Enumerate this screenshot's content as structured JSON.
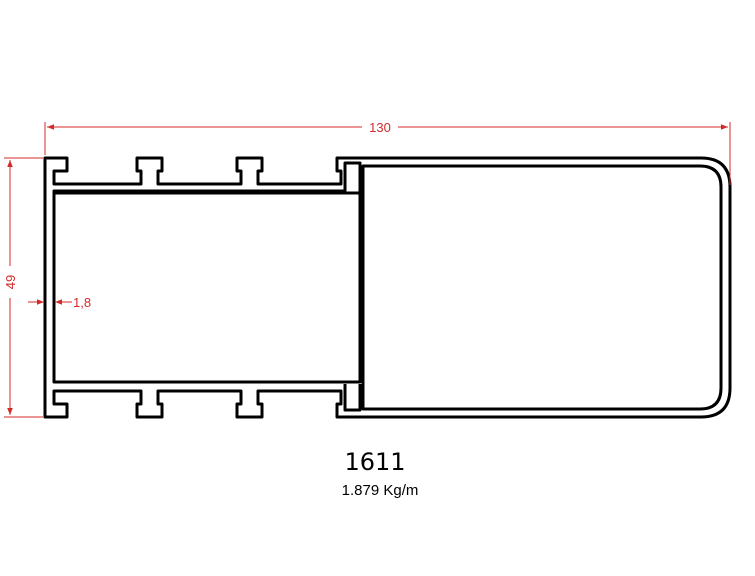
{
  "drawing": {
    "dimension_width": "130",
    "dimension_height": "49",
    "dimension_thickness": "1,8",
    "profile_code": "1611",
    "profile_weight": "1.879 Kg/m"
  },
  "colors": {
    "dimension": "#d42a2a",
    "outline": "#000000",
    "background": "#ffffff"
  }
}
